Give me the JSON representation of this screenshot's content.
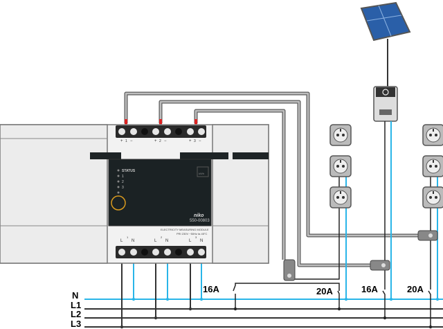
{
  "module": {
    "brand": "niko",
    "model": "550-00803",
    "title": "ELECTRICITY MEASURING MODULE",
    "rating": "PRI 230V ~50Hz  ta 45°C",
    "status_label": "STATUS",
    "leds": [
      "1",
      "2",
      "3"
    ],
    "kwh_label": "kWh",
    "top_terminals": [
      {
        "plus": "+",
        "minus": "−",
        "num": "1"
      },
      {
        "plus": "+",
        "minus": "−",
        "num": "2"
      },
      {
        "plus": "+",
        "minus": "−",
        "num": "3"
      }
    ],
    "bottom_terminals": [
      {
        "l": "L",
        "n": "N",
        "num": "1"
      },
      {
        "l": "L",
        "n": "N",
        "num": "2"
      },
      {
        "l": "L",
        "n": "N",
        "num": "3"
      }
    ]
  },
  "bus": {
    "n": "N",
    "l1": "L1",
    "l2": "L2",
    "l3": "L3"
  },
  "breakers": [
    "16A",
    "20A",
    "16A",
    "20A"
  ],
  "colors": {
    "neutral": "#29b5e8",
    "phase": "#222222",
    "cable": "#6f6f6f",
    "led_ring": "#d99a1e"
  }
}
